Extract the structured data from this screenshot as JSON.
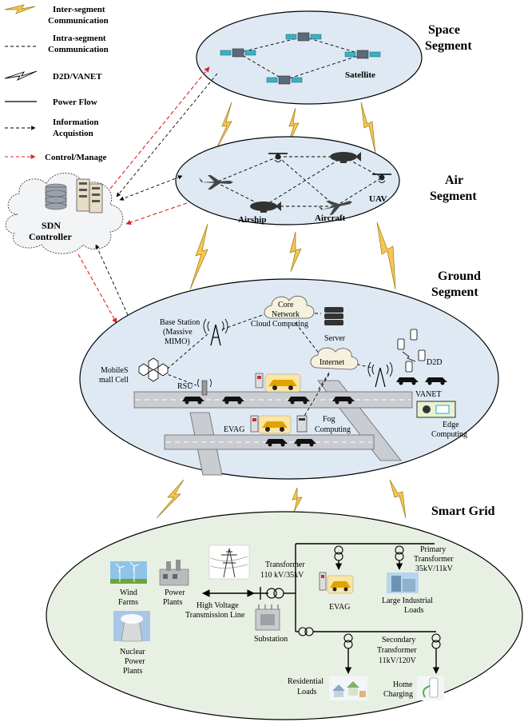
{
  "legend": {
    "inter_segment": "Inter-segment",
    "inter_segment_2": "Communication",
    "intra_segment": "Intra-segment",
    "intra_segment_2": "Communication",
    "d2d_vanet": "D2D/VANET",
    "power_flow": "Power Flow",
    "info_acq": "Information",
    "info_acq_2": "Acquistion",
    "control": "Control/Manage"
  },
  "segments": {
    "space_1": "Space",
    "space_2": "Segment",
    "air_1": "Air",
    "air_2": "Segment",
    "ground_1": "Ground",
    "ground_2": "Segment",
    "grid": "Smart Grid"
  },
  "space": {
    "satellite": "Satellite"
  },
  "air": {
    "uav": "UAV",
    "airship": "Airship",
    "aircraft": "Aircraft"
  },
  "sdn": {
    "line1": "SDN",
    "line2": "Controller"
  },
  "ground": {
    "base_station_1": "Base Station",
    "base_station_2": "(Massive",
    "base_station_3": "MIMO)",
    "core_1": "Core",
    "core_2": "Network",
    "cloud": "Cloud Computing",
    "server": "Server",
    "internet": "Internet",
    "d2d": "D2D",
    "vanet": "VANET",
    "small_cell_1": "MobileS",
    "small_cell_2": "mall Cell",
    "rsu": "RSU",
    "evag": "EVAG",
    "fog_1": "Fog",
    "fog_2": "Computing",
    "edge_1": "Edge",
    "edge_2": "Computing"
  },
  "grid": {
    "wind_1": "Wind",
    "wind_2": "Farms",
    "power_plants_1": "Power",
    "power_plants_2": "Plants",
    "hv_1": "High Voltage",
    "hv_2": "Transmission Line",
    "nuclear_1": "Nuclear",
    "nuclear_2": "Power",
    "nuclear_3": "Plants",
    "transformer_1": "Transformer",
    "transformer_2": "110 kV/35kV",
    "substation": "Substation",
    "evag": "EVAG",
    "primary_1": "Primary",
    "primary_2": "Transformer",
    "primary_3": "35kV/11kV",
    "industrial_1": "Large Industrial",
    "industrial_2": "Loads",
    "secondary_1": "Secondary",
    "secondary_2": "Transformer",
    "secondary_3": "11kV/120V",
    "residential_1": "Residential",
    "residential_2": "Loads",
    "home_1": "Home",
    "home_2": "Charging"
  },
  "colors": {
    "bolt": "#f6c651",
    "control_arrow": "#e02020",
    "segment_fill": "#dfe9f3",
    "grid_fill": "#e8f0e3"
  }
}
